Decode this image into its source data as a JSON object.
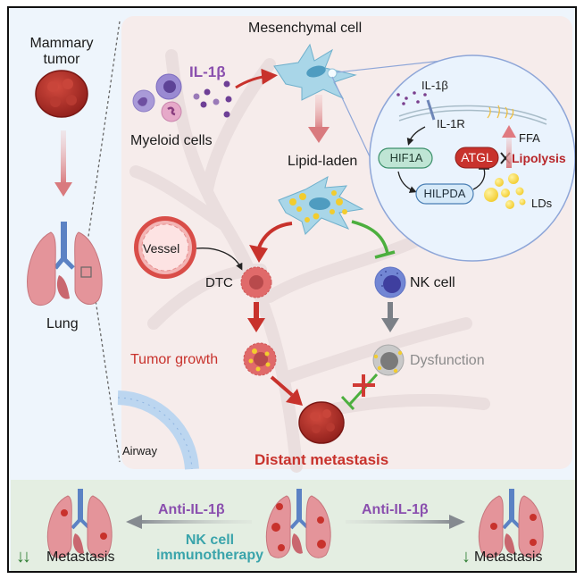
{
  "left_panel": {
    "source_label_line1": "Mammary",
    "source_label_line2": "tumor",
    "organ_label": "Lung"
  },
  "main_panel": {
    "myeloid_label": "Myeloid cells",
    "cytokine_label": "IL-1β",
    "mesenchymal_label": "Mesenchymal cell",
    "lipid_laden_label": "Lipid-laden",
    "vessel_label": "Vessel",
    "dtc_label": "DTC",
    "tumor_growth_label": "Tumor growth",
    "nk_cell_label": "NK cell",
    "dysfunction_label": "Dysfunction",
    "airway_label": "Airway",
    "outcome_label": "Distant metastasis"
  },
  "inset": {
    "ligand_label": "IL-1β",
    "receptor_label": "IL-1R",
    "hif1a_label": "HIF1A",
    "hilpda_label": "HILPDA",
    "atgl_label": "ATGL",
    "lipolysis_label": "Lipolysis",
    "ffa_label": "FFA",
    "lds_label": "LDs"
  },
  "therapy_panel": {
    "left_arrow_top": "Anti-IL-1β",
    "left_arrow_bottom_line1": "NK cell",
    "left_arrow_bottom_line2": "immunotherapy",
    "right_arrow_top": "Anti-IL-1β",
    "left_outcome": "Metastasis",
    "left_outcome_arrows": "↓↓",
    "right_outcome": "Metastasis",
    "right_outcome_arrows": "↓"
  },
  "colors": {
    "tumor_red": "#b8322c",
    "text_red": "#c8322c",
    "arrow_pink": "#dc8a8c",
    "inhibit_green": "#4caf3e",
    "purple": "#8a4fae",
    "teal": "#3aa4ab",
    "cell_blue": "#a9d6e8",
    "nk_blue": "#6a7fd0",
    "down_green": "#2e7d32"
  }
}
